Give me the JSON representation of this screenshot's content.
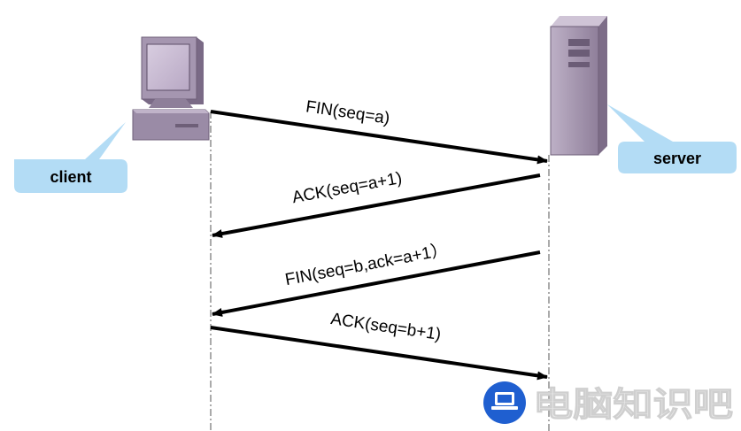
{
  "diagram": {
    "nodes": {
      "client": {
        "label": "client",
        "bubble_color": "#b3dcf5"
      },
      "server": {
        "label": "server",
        "bubble_color": "#b3dcf5"
      }
    },
    "messages": [
      {
        "id": "fin1",
        "label": "FIN(seq=a)",
        "from": "client",
        "to": "server"
      },
      {
        "id": "ack1",
        "label": "ACK(seq=a+1)",
        "from": "server",
        "to": "client"
      },
      {
        "id": "fin2",
        "label": "FIN(seq=b,ack=a+1）",
        "from": "server",
        "to": "client"
      },
      {
        "id": "ack2",
        "label": "ACK(seq=b+1)",
        "from": "client",
        "to": "server"
      }
    ],
    "colors": {
      "device_body": "#a89ab0",
      "device_dark": "#6e5f78",
      "arrow": "#000000",
      "lifeline": "#555555"
    }
  },
  "watermark": {
    "text": "电脑知识吧",
    "icon": "laptop-icon",
    "badge_color": "#1f5fd0"
  }
}
